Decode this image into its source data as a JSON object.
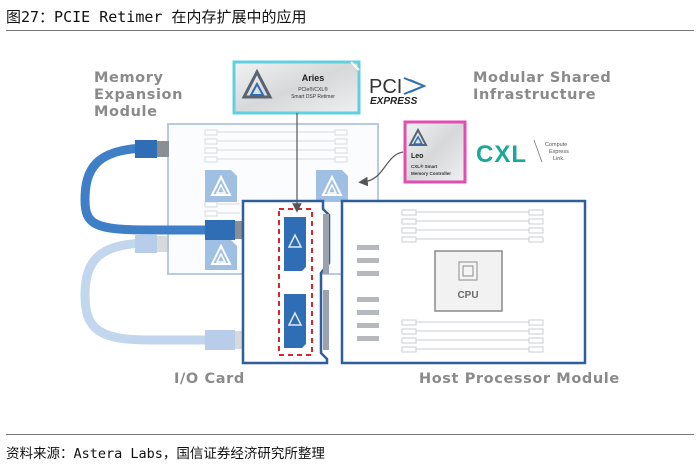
{
  "figure": {
    "title": "图27：PCIE Retimer 在内存扩展中的应用",
    "source": "资料来源：Astera Labs，国信证券经济研究所整理"
  },
  "labels": {
    "memory_expansion_module": "Memory\nExpansion\nModule",
    "modular_shared_infrastructure": "Modular Shared\nInfrastructure",
    "io_card": "I/O Card",
    "host_processor_module": "Host Processor Module"
  },
  "aries_chip": {
    "name": "Aries",
    "line1": "PCIe®/CXL®",
    "line2": "Smart DSP Retimer",
    "border_color": "#5fd0e0"
  },
  "leo_chip": {
    "name": "Leo",
    "line1": "CXL® Smart",
    "line2": "Memory Controller",
    "border_color": "#e04fb0"
  },
  "pci_express_logo": {
    "top": "PCI",
    "bottom": "EXPRESS"
  },
  "cxl_logo": {
    "text": "CXL",
    "tag1": "Compute",
    "tag2": "Express",
    "tag3": "Link."
  },
  "host": {
    "cpu_label": "CPU"
  },
  "colors": {
    "board_blue": "#2f6db5",
    "cable_blue": "#3f7fc8",
    "cable_light": "#a9c6e8",
    "retimer_highlight": "#d9262a"
  }
}
